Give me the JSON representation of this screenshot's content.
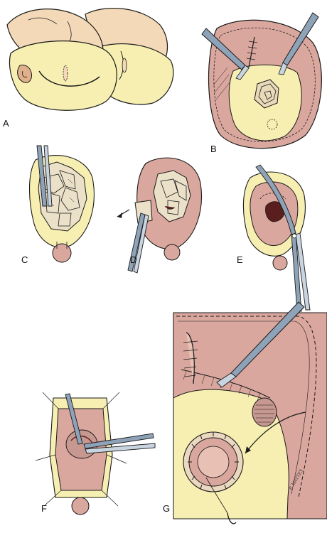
{
  "figure": {
    "panels": [
      {
        "id": "A",
        "label": "A"
      },
      {
        "id": "B",
        "label": "B"
      },
      {
        "id": "C",
        "label": "C"
      },
      {
        "id": "D",
        "label": "D"
      },
      {
        "id": "E",
        "label": "E"
      },
      {
        "id": "F",
        "label": "F"
      },
      {
        "id": "G",
        "label": "G"
      }
    ],
    "signature": "P. MATTES"
  },
  "colors": {
    "ink": "#1a1a1a",
    "skin": "#f3d9b8",
    "drape": "#f7efb2",
    "tissue": "#d9a79e",
    "tissue_dark": "#b9766e",
    "instrument": "#8fa3b8",
    "instrument_light": "#c8d4e0",
    "wound": "#5a1e1e"
  }
}
